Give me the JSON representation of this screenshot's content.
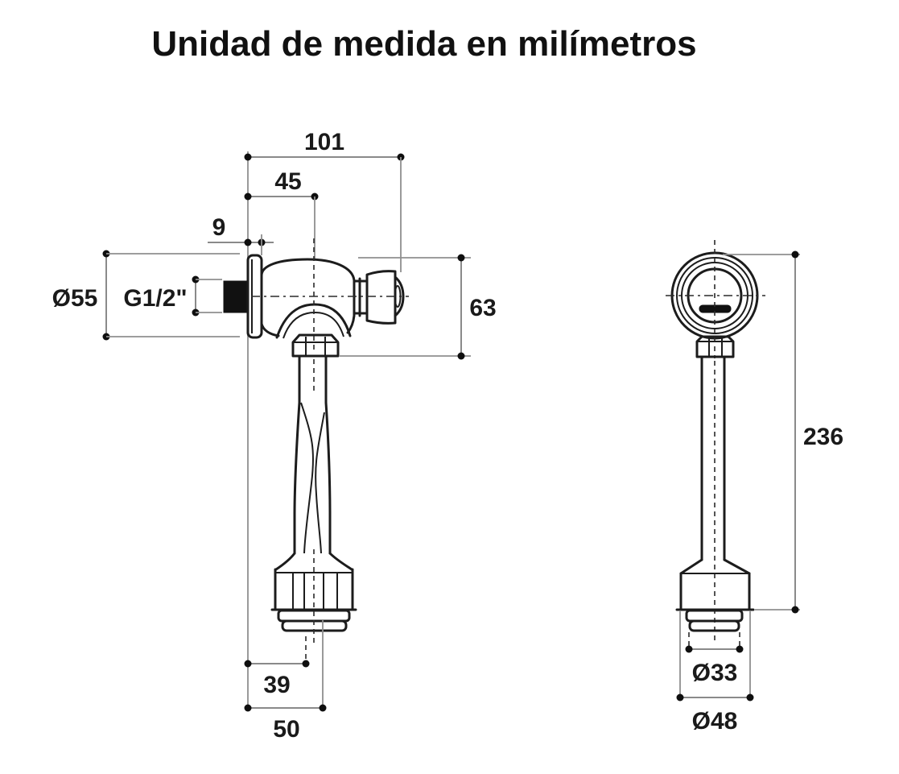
{
  "title": "Unidad de medida en milímetros",
  "drawing": {
    "side_view": {
      "name": "flush-valve-side-view",
      "dims": {
        "wall_to_button_face": "101",
        "wall_to_pipe_center": "45",
        "flange_thickness": "9",
        "flange_diameter": "Ø55",
        "inlet_thread": "G1/2\"",
        "body_height": "63",
        "wall_to_outlet_ref": "39",
        "wall_to_outlet_edge": "50"
      }
    },
    "front_view": {
      "name": "flush-valve-front-view",
      "dims": {
        "total_height": "236",
        "spud_inner_diameter": "Ø33",
        "spud_outer_diameter": "Ø48"
      }
    }
  }
}
